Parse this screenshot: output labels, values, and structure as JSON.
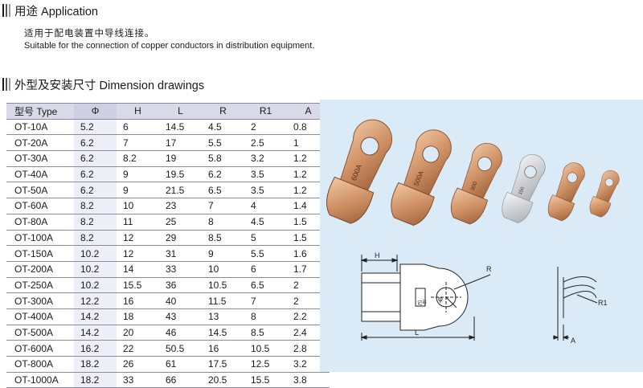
{
  "section_application": {
    "title": "用途 Application",
    "desc_zh": "适用于配电装置中导线连接。",
    "desc_en": "Suitable for the connection of copper conductors in distribution equipment."
  },
  "section_dimensions": {
    "title": "外型及安装尺寸 Dimension drawings"
  },
  "table": {
    "headers": [
      "型号 Type",
      "Φ",
      "H",
      "L",
      "R",
      "R1",
      "A"
    ],
    "rows": [
      [
        "OT-10A",
        "5.2",
        "6",
        "14.5",
        "4.5",
        "2",
        "0.8"
      ],
      [
        "OT-20A",
        "6.2",
        "7",
        "17",
        "5.5",
        "2.5",
        "1"
      ],
      [
        "OT-30A",
        "6.2",
        "8.2",
        "19",
        "5.8",
        "3.2",
        "1.2"
      ],
      [
        "OT-40A",
        "6.2",
        "9",
        "19.5",
        "6.2",
        "3.5",
        "1.2"
      ],
      [
        "OT-50A",
        "6.2",
        "9",
        "21.5",
        "6.5",
        "3.5",
        "1.2"
      ],
      [
        "OT-60A",
        "8.2",
        "10",
        "23",
        "7",
        "4",
        "1.4"
      ],
      [
        "OT-80A",
        "8.2",
        "11",
        "25",
        "8",
        "4.5",
        "1.5"
      ],
      [
        "OT-100A",
        "8.2",
        "12",
        "29",
        "8.5",
        "5",
        "1.5"
      ],
      [
        "OT-150A",
        "10.2",
        "12",
        "31",
        "9",
        "5.5",
        "1.6"
      ],
      [
        "OT-200A",
        "10.2",
        "14",
        "33",
        "10",
        "6",
        "1.7"
      ],
      [
        "OT-250A",
        "10.2",
        "15.5",
        "36",
        "10.5",
        "6.5",
        "2"
      ],
      [
        "OT-300A",
        "12.2",
        "16",
        "40",
        "11.5",
        "7",
        "2"
      ],
      [
        "OT-400A",
        "14.2",
        "18",
        "43",
        "13",
        "8",
        "2.2"
      ],
      [
        "OT-500A",
        "14.2",
        "20",
        "46",
        "14.5",
        "8.5",
        "2.4"
      ],
      [
        "OT-600A",
        "16.2",
        "22",
        "50.5",
        "16",
        "10.5",
        "2.8"
      ],
      [
        "OT-800A",
        "18.2",
        "26",
        "61",
        "17.5",
        "12.5",
        "3.2"
      ],
      [
        "OT-1000A",
        "18.2",
        "33",
        "66",
        "20.5",
        "15.5",
        "3.8"
      ]
    ]
  },
  "photo": {
    "lug_labels": [
      "600A",
      "500A",
      "300",
      "150",
      "",
      ""
    ],
    "colors": {
      "copper": "#c98a5c",
      "copper_dark": "#8e5531",
      "tin": "#d7d9dc",
      "panel": "#daeaf7"
    }
  },
  "drawing": {
    "labels": {
      "h": "H",
      "l": "L",
      "r": "R",
      "phi": "φ",
      "r1": "R1",
      "a": "A"
    },
    "stamp": "记号"
  }
}
